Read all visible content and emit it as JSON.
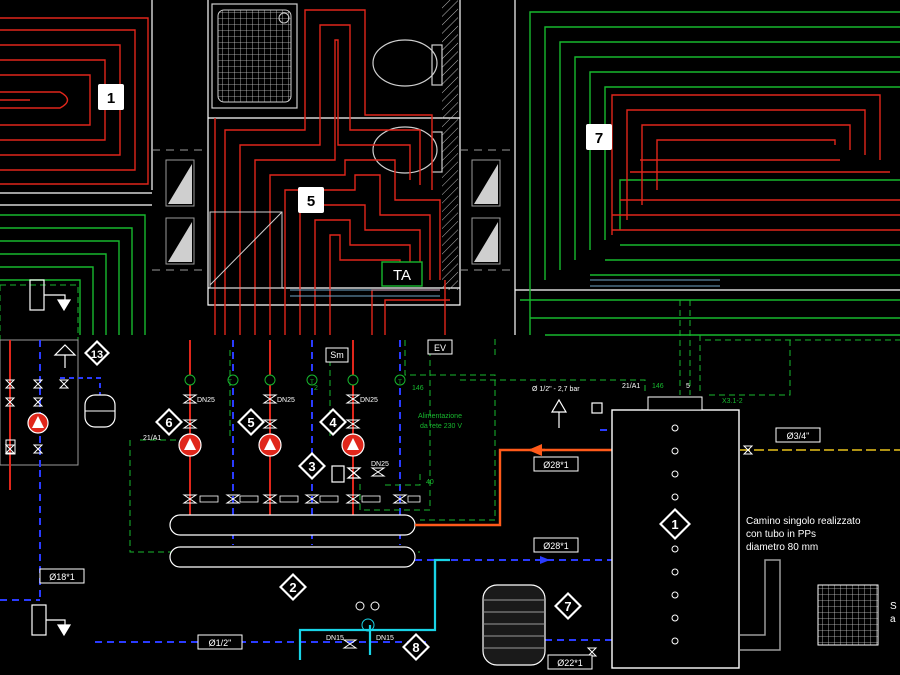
{
  "drawing": {
    "zones": {
      "z1": "1",
      "z5": "5",
      "z7": "7",
      "ta": "TA"
    },
    "tags": {
      "ev": "EV",
      "sm": "Sm"
    },
    "numbers": {
      "n13": "13",
      "n6": "6",
      "n5": "5",
      "n4": "4",
      "n3": "3",
      "n2": "2",
      "n1": "1",
      "n7": "7",
      "n8": "8"
    },
    "pump_labels": {
      "p6": "DN25",
      "p5": "DN25",
      "p4": "DN25",
      "p3": "DN25",
      "dn15a": "DN15",
      "dn15b": "DN15"
    },
    "line_labels": {
      "a21_left": "21/A1",
      "a21_right": "21/A1",
      "n146a": "146",
      "n146b": "146",
      "n5small": "5",
      "n40": "40",
      "x31": "X3.1-2",
      "safety": "Ø 1/2\" - 2,7 bar",
      "phi34": "Ø3/4\"",
      "phi28a": "Ø28*1",
      "phi28b": "Ø28*1",
      "phi18": "Ø18*1",
      "phi12": "Ø1/2\"",
      "phi22": "Ø22*1",
      "t1": "T",
      "t2": "T",
      "t3": "T",
      "n2small": "2"
    },
    "notes": {
      "power1": "Alimentazione",
      "power2": "da rete 230 V",
      "chim1": "Camino singolo realizzato",
      "chim2": "con tubo in PPs",
      "chim3": "diametro  80 mm",
      "edge1": "S",
      "edge2": "a"
    }
  },
  "colors": {
    "background": "#000000",
    "heating_red": "#e0261b",
    "return_green": "#17b82e",
    "supply_blue": "#2a3bff",
    "orange": "#ff5a1a",
    "cyan": "#19d3e6",
    "white": "#ffffff",
    "grey": "#9a9a9a"
  }
}
